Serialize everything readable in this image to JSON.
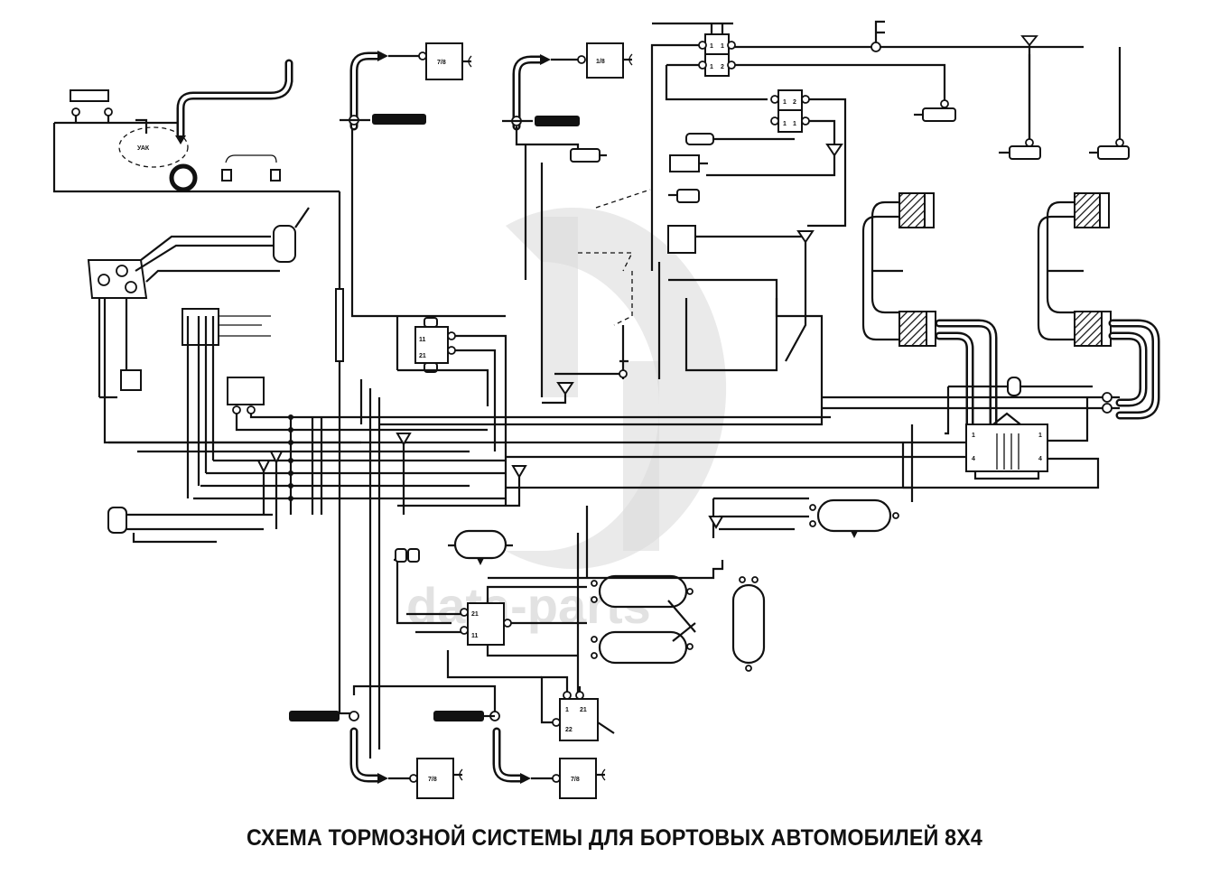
{
  "caption": "СХЕМА ТОРМОЗНОЙ СИСТЕМЫ ДЛЯ БОРТОВЫХ АВТОМОБИЛЕЙ 8X4",
  "watermark": {
    "text": "data-parts"
  },
  "components": {
    "compressor_label": "УАК",
    "brake_chamber_front_1": "7/8",
    "brake_chamber_front_2": "1/8",
    "brake_chamber_rear_1": "7/8",
    "brake_chamber_rear_2": "7/8",
    "valve_ports": {
      "p1": "1",
      "p2": "2",
      "p11": "11",
      "p12": "12",
      "p21": "21",
      "p22": "22",
      "p4": "4"
    },
    "air_tanks": [
      {
        "id": "tank-1"
      },
      {
        "id": "tank-2"
      },
      {
        "id": "tank-3"
      },
      {
        "id": "tank-4"
      },
      {
        "id": "tank-5"
      }
    ]
  }
}
